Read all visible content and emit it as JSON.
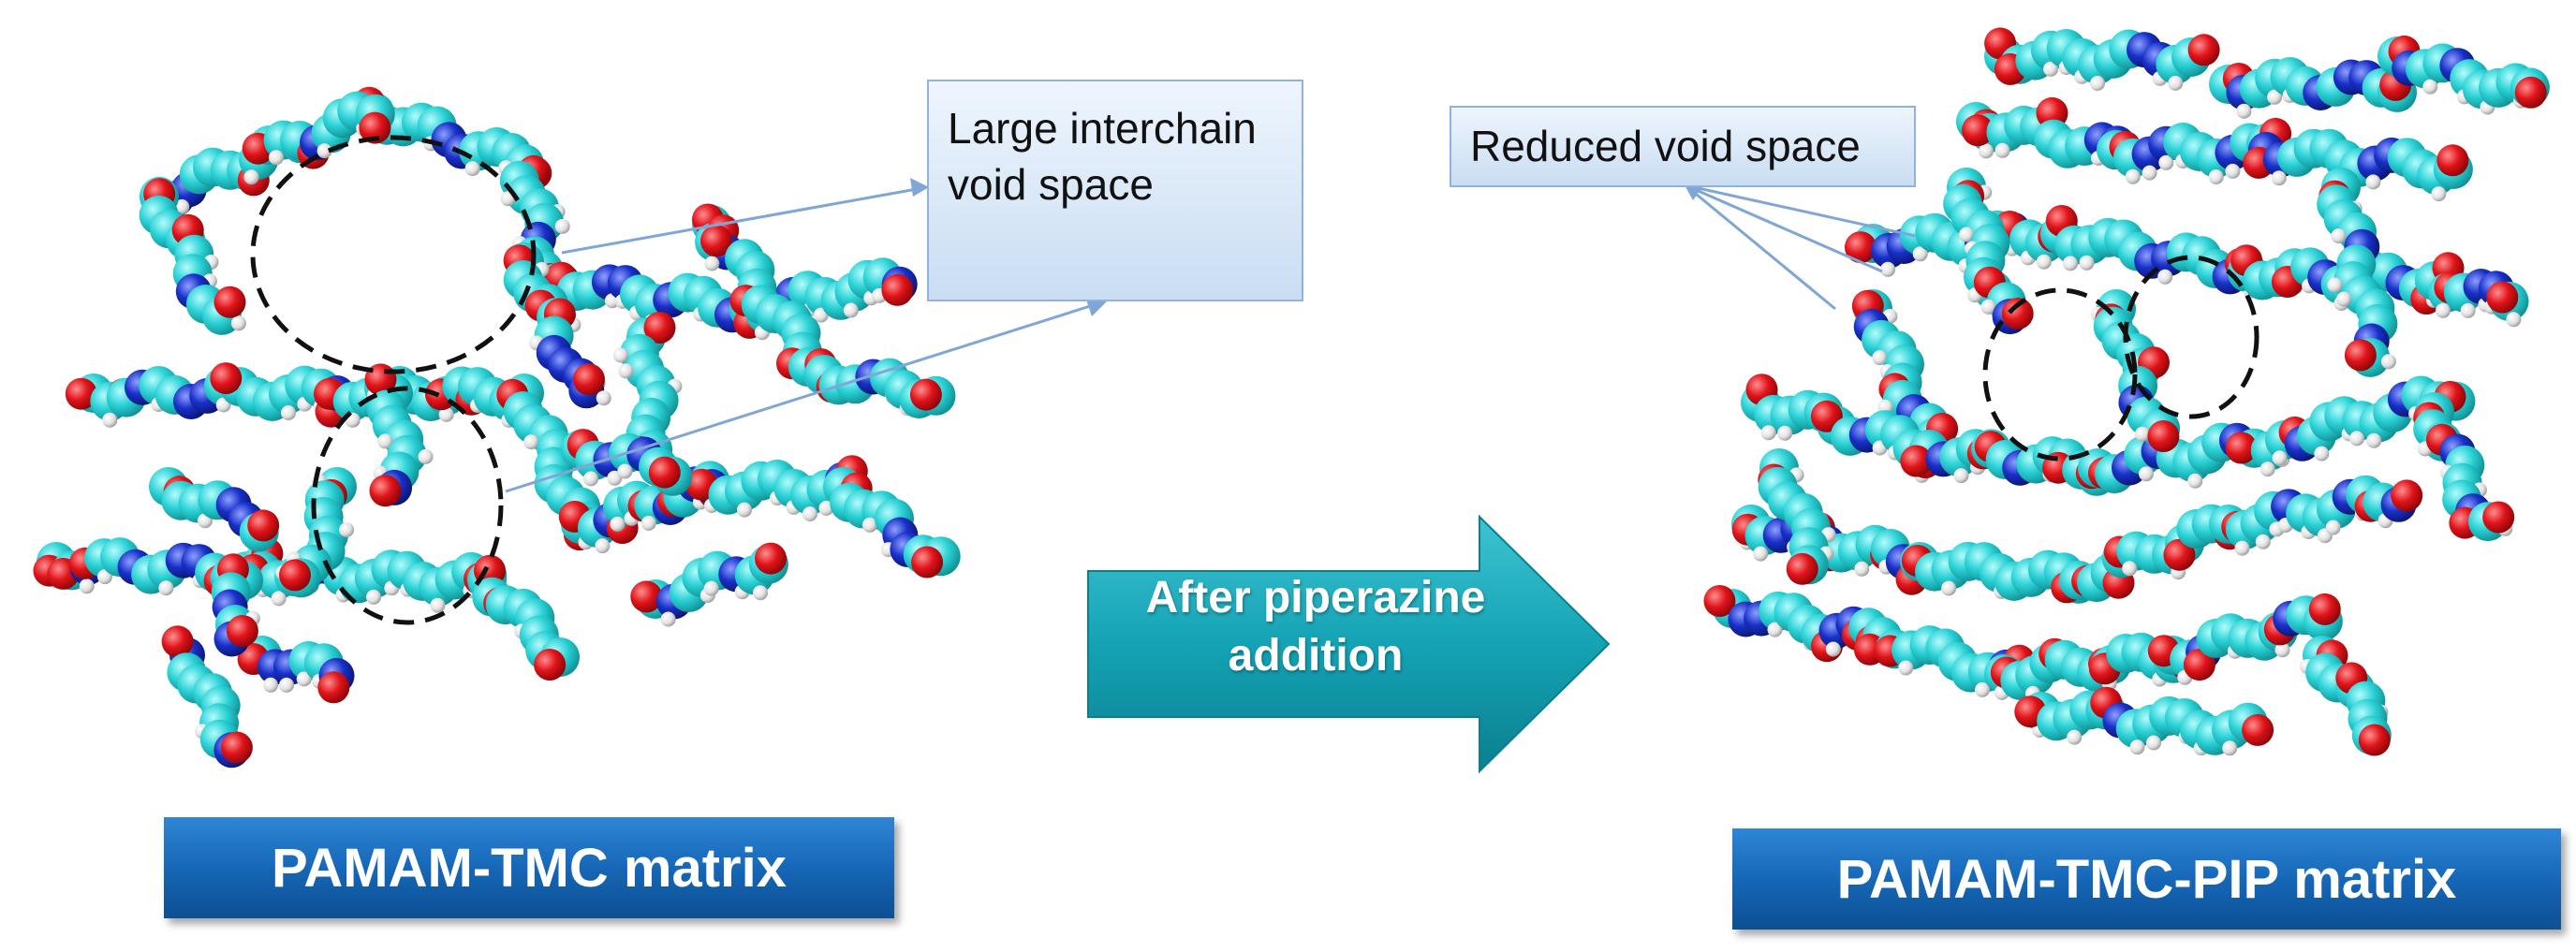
{
  "callouts": {
    "large_void": "Large interchain void space",
    "reduced_void": "Reduced void space"
  },
  "arrow": {
    "label": "After piperazine addition"
  },
  "captions": {
    "left": "PAMAM-TMC matrix",
    "right": "PAMAM-TMC-PIP matrix"
  },
  "colors": {
    "carbon": "#20c8cc",
    "oxygen": "#e0141a",
    "nitrogen": "#1428c8",
    "hydrogen": "#e6e6e6",
    "arrow": "#14a3b5",
    "caption_bg": "#1667b7"
  }
}
